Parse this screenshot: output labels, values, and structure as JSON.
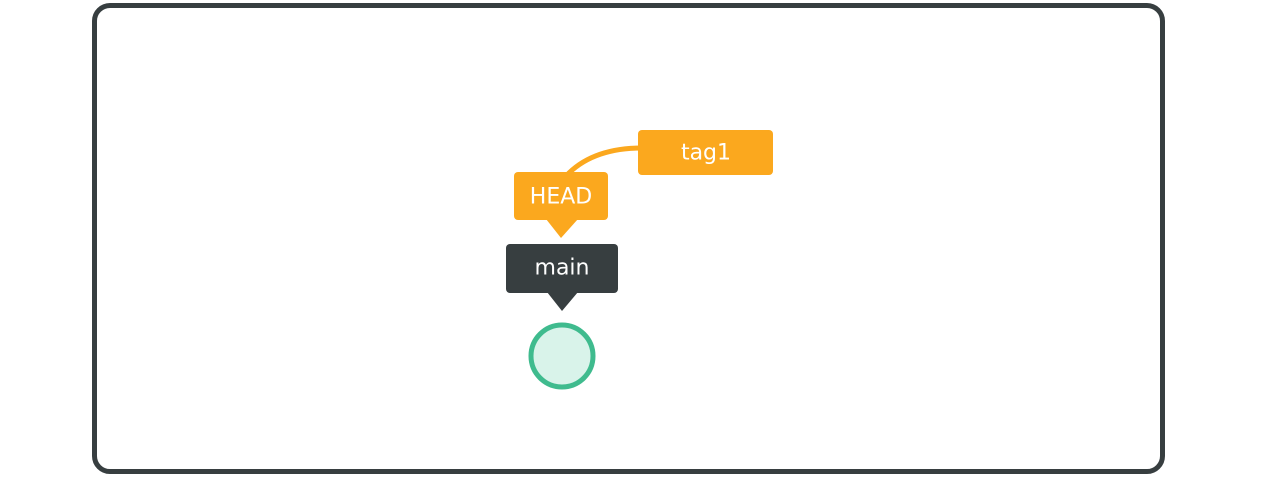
{
  "refs": {
    "tag": "tag1",
    "head": "HEAD",
    "branch": "main"
  },
  "colors": {
    "tag": "#fba81e",
    "head": "#fba81e",
    "branch": "#373e40",
    "commit_stroke": "#3fbb8e",
    "commit_fill": "#d9f3ea",
    "frame": "#373e40"
  }
}
